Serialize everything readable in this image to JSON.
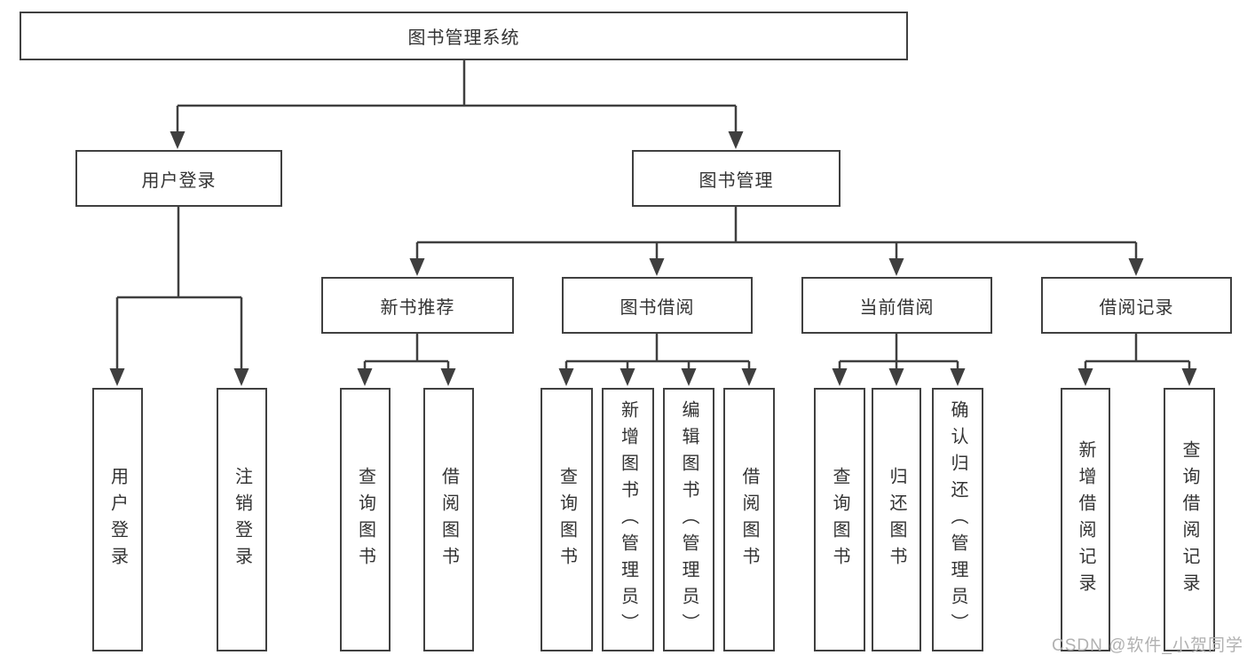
{
  "diagram": {
    "title": "图书管理系统",
    "type": "hierarchy-tree",
    "colors": {
      "line": "#3f3f3f",
      "border": "#404040",
      "text": "#333333",
      "background": "#ffffff",
      "watermark": "#b1b1b1"
    },
    "nodes": {
      "root": "图书管理系统",
      "level2": [
        "用户登录",
        "图书管理"
      ],
      "level3": [
        "新书推荐",
        "图书借阅",
        "当前借阅",
        "借阅记录"
      ],
      "leaves": {
        "user_login": [
          "用户登录",
          "注销登录"
        ],
        "new_books": [
          "查询图书",
          "借阅图书"
        ],
        "book_borrow": [
          "查询图书",
          "新增图书（管理员）",
          "编辑图书（管理员）",
          "借阅图书"
        ],
        "current_borrow": [
          "查询图书",
          "归还图书",
          "确认归还（管理员）"
        ],
        "borrow_records": [
          "新增借阅记录",
          "查询借阅记录"
        ]
      }
    },
    "tree": {
      "root": "图书管理系统",
      "children": [
        {
          "label": "用户登录",
          "children": [
            "用户登录",
            "注销登录"
          ]
        },
        {
          "label": "图书管理",
          "children": [
            {
              "label": "新书推荐",
              "children": [
                "查询图书",
                "借阅图书"
              ]
            },
            {
              "label": "图书借阅",
              "children": [
                "查询图书",
                "新增图书（管理员）",
                "编辑图书（管理员）",
                "借阅图书"
              ]
            },
            {
              "label": "当前借阅",
              "children": [
                "查询图书",
                "归还图书",
                "确认归还（管理员）"
              ]
            },
            {
              "label": "借阅记录",
              "children": [
                "新增借阅记录",
                "查询借阅记录"
              ]
            }
          ]
        }
      ]
    },
    "watermark": "CSDN @软件_小贺同学"
  }
}
